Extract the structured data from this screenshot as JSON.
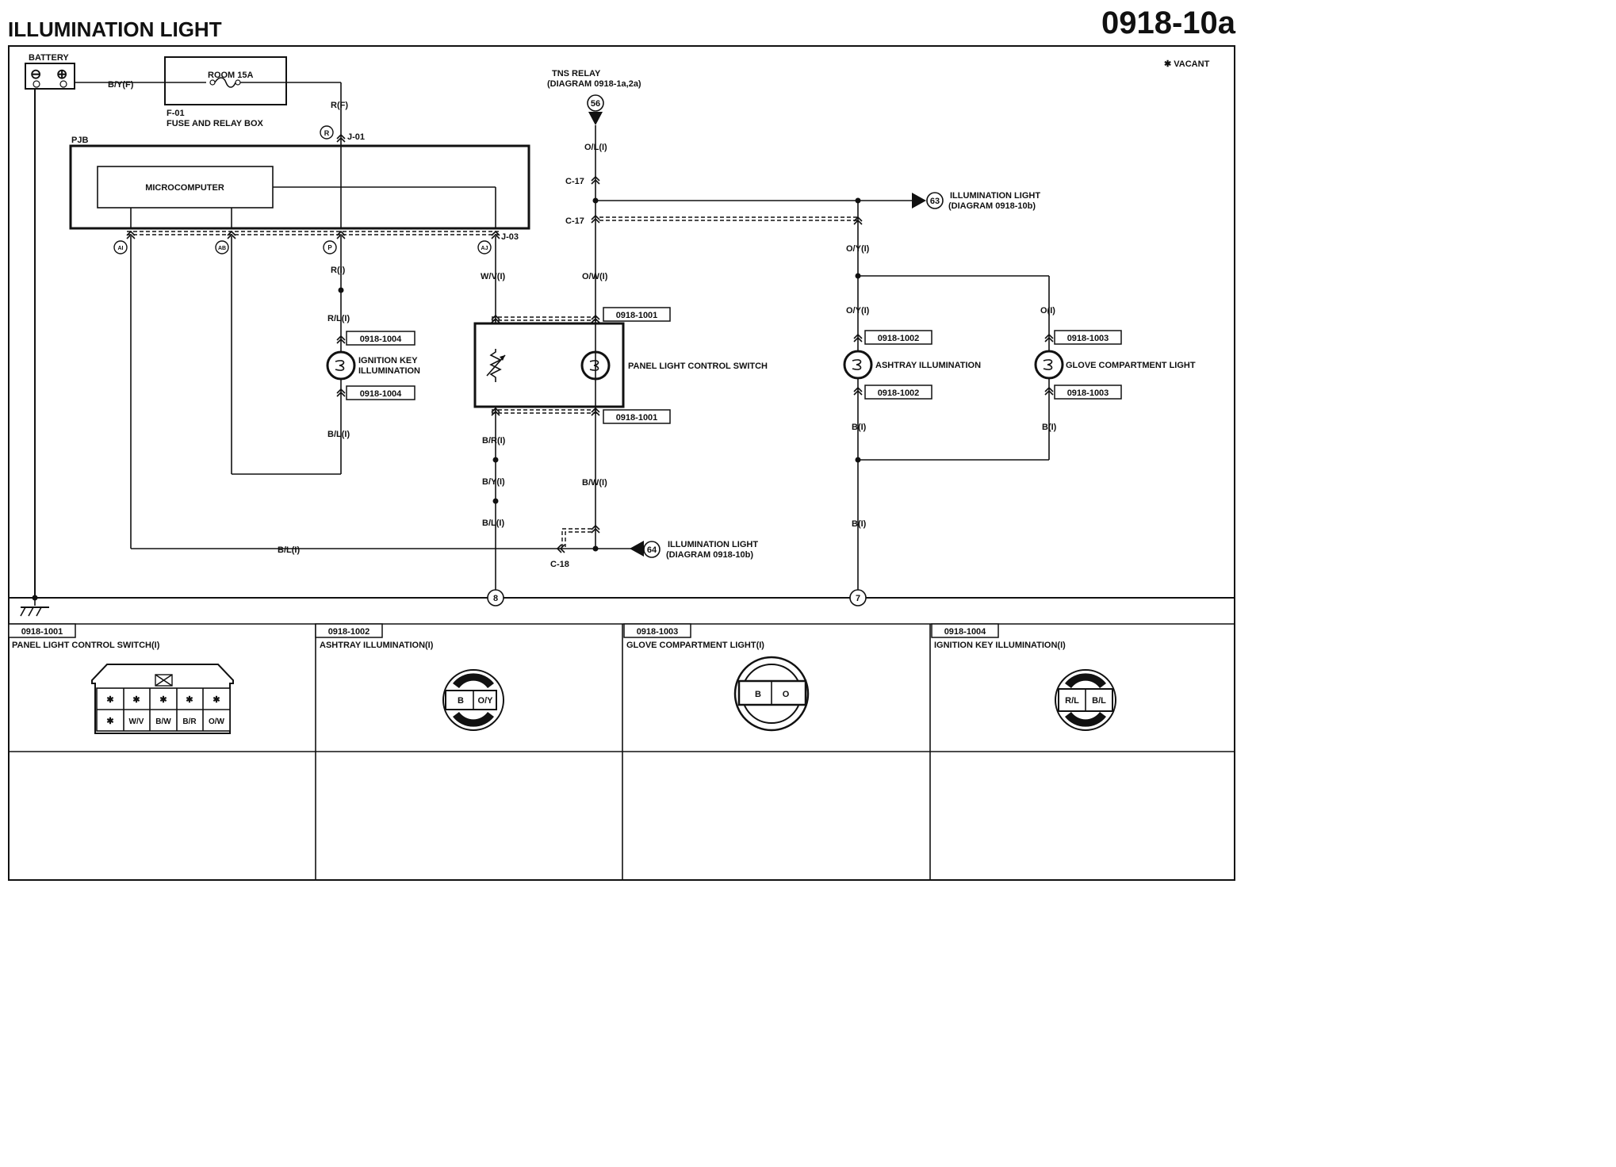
{
  "title": "ILLUMINATION LIGHT",
  "diagram_no": "0918-10a",
  "vacant_note": "✱ VACANT",
  "battery": {
    "label": "BATTERY",
    "minus": "⊖",
    "plus": "⊕"
  },
  "fuse": {
    "name": "ROOM 15A",
    "box_code": "F-01",
    "box_name": "FUSE AND RELAY BOX"
  },
  "pjb": {
    "label": "PJB",
    "micro": "MICROCOMPUTER"
  },
  "tns_relay": {
    "name": "TNS RELAY",
    "ref": "(DIAGRAM 0918-1a,2a)",
    "circle": "56"
  },
  "illum_out": {
    "circle": "63",
    "name": "ILLUMINATION LIGHT",
    "ref": "(DIAGRAM 0918-10b)"
  },
  "illum_in": {
    "circle": "64",
    "name": "ILLUMINATION LIGHT",
    "ref": "(DIAGRAM 0918-10b)"
  },
  "pins": {
    "ai": "AI",
    "ab": "AB",
    "p": "P",
    "aj": "AJ",
    "r": "R"
  },
  "connectors": {
    "j01": "J-01",
    "j03": "J-03",
    "c17a": "C-17",
    "c17b": "C-17",
    "c18": "C-18"
  },
  "grounds": {
    "g8": "8",
    "g7": "7"
  },
  "wires": {
    "byf": "B/Y(F)",
    "rf": "R(F)",
    "ri": "R(I)",
    "rli": "R/L(I)",
    "bli_ign": "B/L(I)",
    "wvi": "W/V(I)",
    "bri": "B/R(I)",
    "byi": "B/Y(I)",
    "bli_mid": "B/L(I)",
    "oli": "O/L(I)",
    "owi": "O/W(I)",
    "bwi": "B/W(I)",
    "bli_bottom": "B/L(I)",
    "oyi_top": "O/Y(I)",
    "oyi": "O/Y(I)",
    "oi": "O(I)",
    "bi_ash": "B(I)",
    "bi_glove": "B(I)",
    "bi_bottom": "B(I)"
  },
  "components": {
    "ignition": {
      "name1": "IGNITION KEY",
      "name2": "ILLUMINATION",
      "ref_top": "0918-1004",
      "ref_bot": "0918-1004"
    },
    "panel": {
      "name": "PANEL LIGHT CONTROL SWITCH",
      "ref_top": "0918-1001",
      "ref_bot": "0918-1001"
    },
    "ashtray": {
      "name": "ASHTRAY ILLUMINATION",
      "ref_top": "0918-1002",
      "ref_bot": "0918-1002"
    },
    "glove": {
      "name": "GLOVE COMPARTMENT LIGHT",
      "ref_top": "0918-1003",
      "ref_bot": "0918-1003"
    }
  },
  "connector_views": [
    {
      "code": "0918-1001",
      "name": "PANEL LIGHT CONTROL SWITCH(I)",
      "row1": [
        "✱",
        "✱",
        "✱",
        "✱",
        "✱"
      ],
      "row2": [
        "✱",
        "W/V",
        "B/W",
        "B/R",
        "O/W"
      ]
    },
    {
      "code": "0918-1002",
      "name": "ASHTRAY ILLUMINATION(I)",
      "pins": [
        "B",
        "O/Y"
      ]
    },
    {
      "code": "0918-1003",
      "name": "GLOVE COMPARTMENT LIGHT(I)",
      "pins": [
        "B",
        "O"
      ]
    },
    {
      "code": "0918-1004",
      "name": "IGNITION KEY ILLUMINATION(I)",
      "pins": [
        "R/L",
        "B/L"
      ]
    }
  ]
}
